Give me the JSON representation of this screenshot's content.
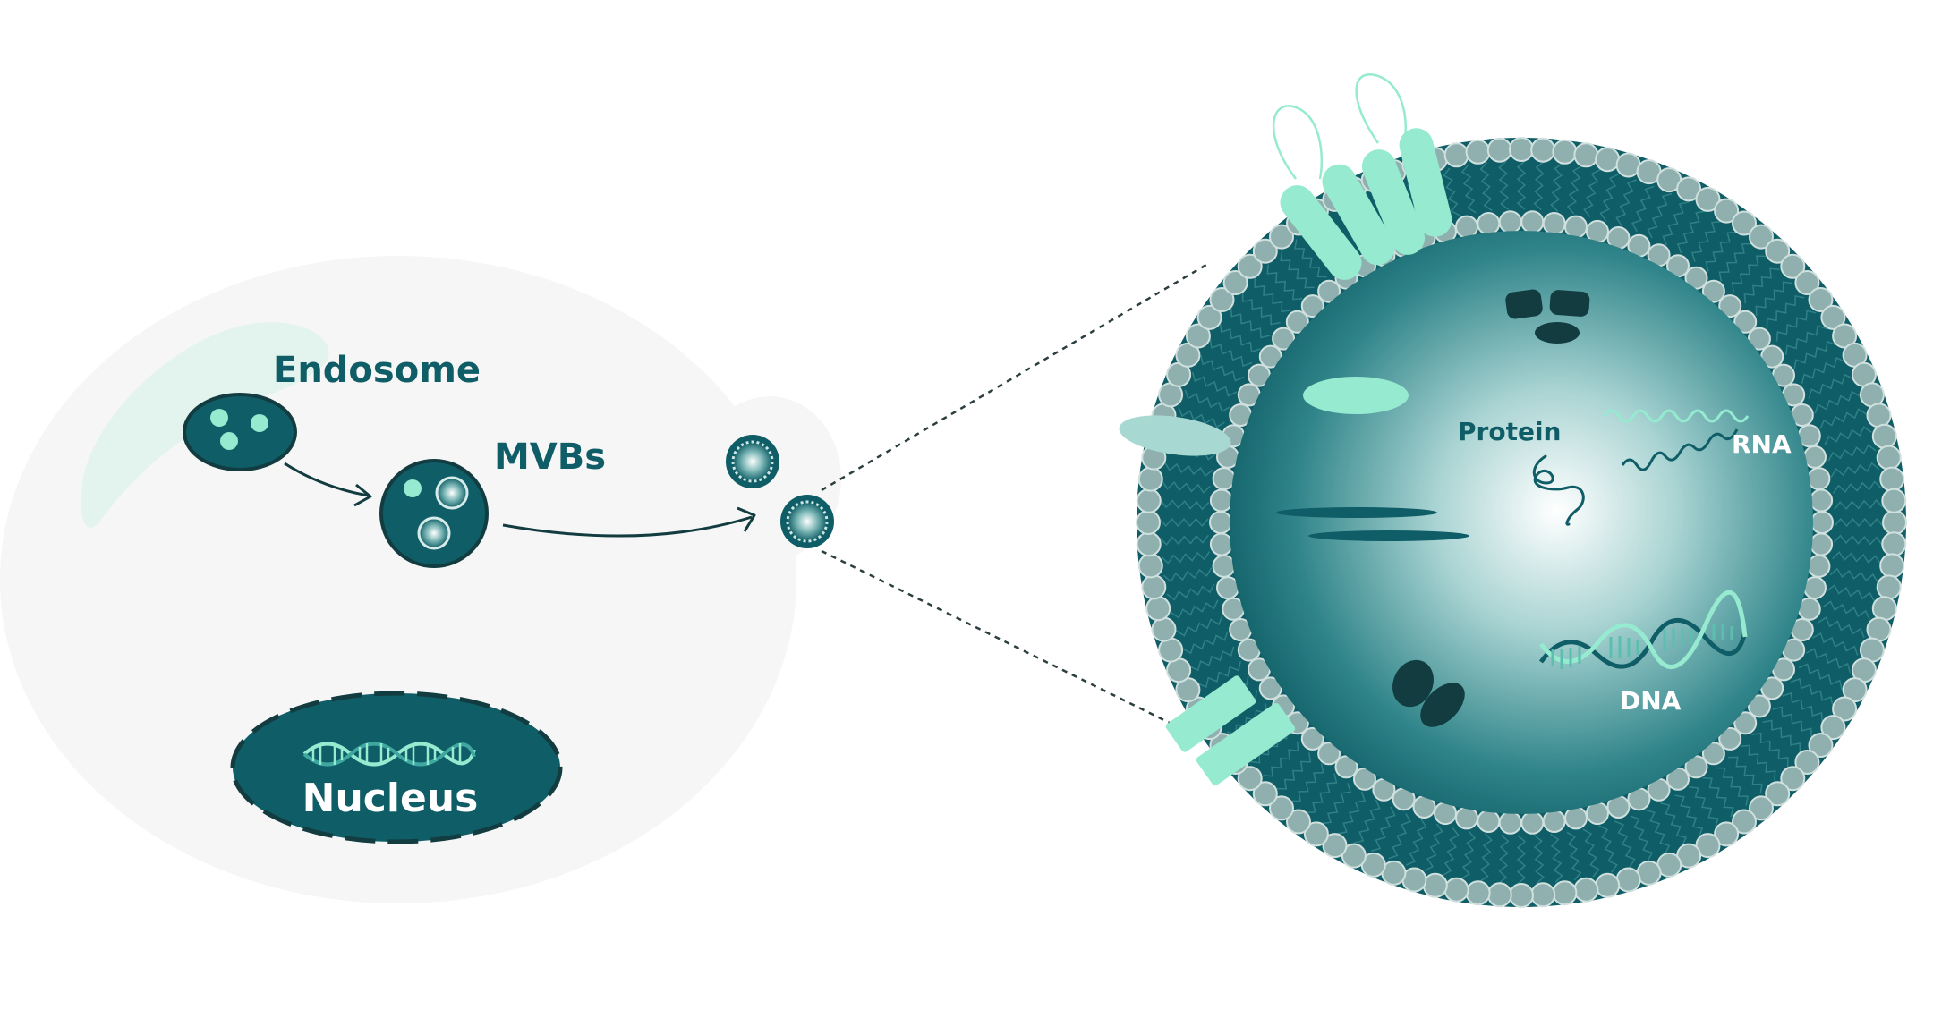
{
  "labels": {
    "endosome": "Endosome",
    "mvbs": "MVBs",
    "nucleus": "Nucleus",
    "protein": "Protein",
    "rna": "RNA",
    "dna": "DNA"
  },
  "colors": {
    "teal_dark": "#0f5d66",
    "teal_darkest": "#123c40",
    "mint": "#95ead0",
    "cell_bg": "#f6f6f6",
    "membrane_bead": "#8fb0ae",
    "bead_outline": "#cfe0de"
  }
}
